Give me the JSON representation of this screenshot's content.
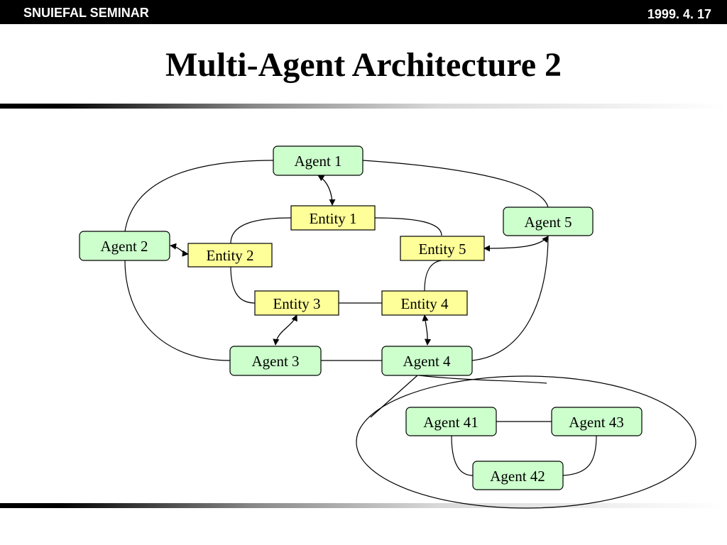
{
  "header": {
    "left_text": "SNUIEFAL SEMINAR",
    "right_text": "1999. 4. 17"
  },
  "title": "Multi-Agent Architecture 2",
  "colors": {
    "agent_fill": "#ccffcc",
    "entity_fill": "#ffff99",
    "stroke": "#000000"
  },
  "diagram": {
    "agents": {
      "agent1": "Agent 1",
      "agent2": "Agent 2",
      "agent3": "Agent 3",
      "agent4": "Agent 4",
      "agent5": "Agent 5",
      "agent41": "Agent 41",
      "agent42": "Agent 42",
      "agent43": "Agent 43"
    },
    "entities": {
      "entity1": "Entity 1",
      "entity2": "Entity 2",
      "entity3": "Entity 3",
      "entity4": "Entity 4",
      "entity5": "Entity 5"
    }
  }
}
